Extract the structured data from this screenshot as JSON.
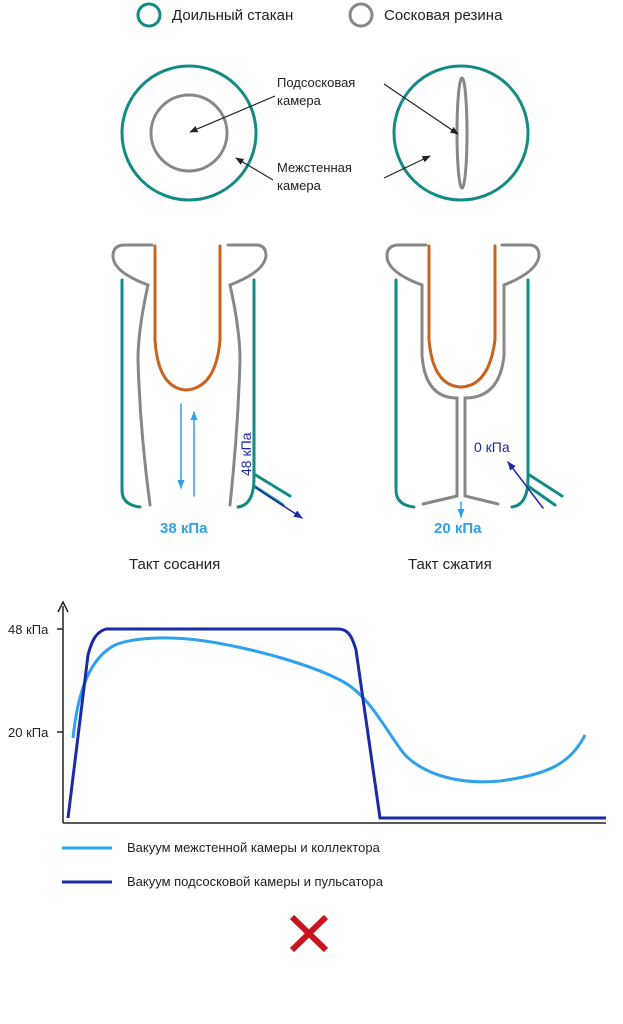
{
  "legend_top": {
    "cup": "Доильный стакан",
    "liner": "Сосковая резина"
  },
  "labels": {
    "teat_chamber": [
      "Подсосковая",
      "камера"
    ],
    "pulsation_chamber": [
      "Межстенная",
      "камера"
    ],
    "phase_suck": "Такт сосания",
    "phase_squeeze": "Такт сжатия"
  },
  "pressures": {
    "suck_teat": "38 кПа",
    "suck_wall": "48 кПа",
    "squeeze_teat": "20 кПа",
    "squeeze_wall": "0 кПа"
  },
  "colors": {
    "cup": "#138a86",
    "liner": "#888888",
    "teat": "#c8641e",
    "light_blue": "#2ea2ec",
    "dark_blue": "#1a2aa8",
    "cross": "#c8141e"
  },
  "chart_data": {
    "type": "line",
    "y_ticks": [
      "48 кПа",
      "20 кПа"
    ],
    "series": [
      {
        "name": "Вакуум межстенной камеры и коллектора",
        "color": "#2ea2ec"
      },
      {
        "name": "Вакуум подсосковой камеры и пульсатора",
        "color": "#1a2aa8"
      }
    ]
  },
  "icons": {
    "bottom": "cross-icon"
  }
}
